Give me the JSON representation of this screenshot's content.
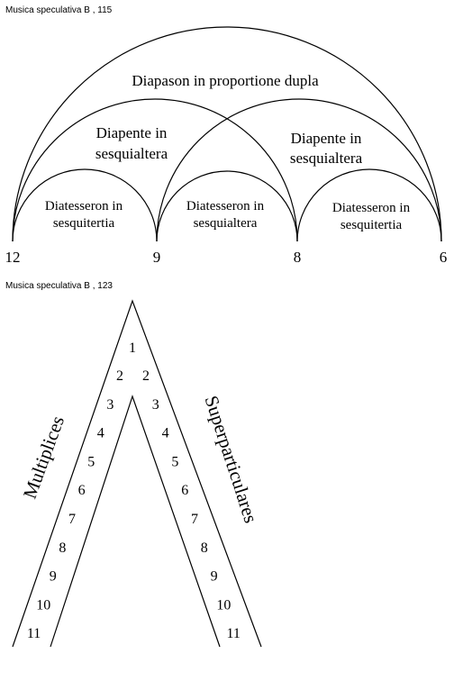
{
  "figure1": {
    "caption": "Musica speculativa B , 115",
    "nodes": [
      "12",
      "9",
      "8",
      "6"
    ],
    "arcs": {
      "outer": [
        "Diapason in proportione dupla"
      ],
      "left_mid": [
        "Diapente in",
        "sesquialtera"
      ],
      "right_mid": [
        "Diapente in",
        "sesquialtera"
      ],
      "small_left": [
        "Diatesseron in",
        "sesquitertia"
      ],
      "small_mid": [
        "Diatesseron in",
        "sesquialtera"
      ],
      "small_right": [
        "Diatesseron in",
        "sesquitertia"
      ]
    }
  },
  "figure2": {
    "caption": "Musica speculativa B , 123",
    "apex": "1",
    "left_label": "Multiplices",
    "right_label": "Superparticulares",
    "left_numbers": [
      "2",
      "3",
      "4",
      "5",
      "6",
      "7",
      "8",
      "9",
      "10",
      "11"
    ],
    "right_numbers": [
      "2",
      "3",
      "4",
      "5",
      "6",
      "7",
      "8",
      "9",
      "10",
      "11"
    ]
  }
}
